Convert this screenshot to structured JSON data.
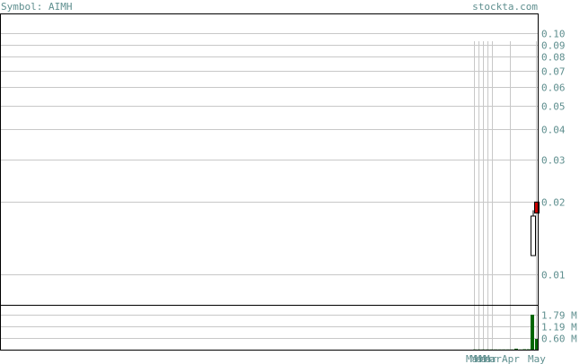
{
  "header": {
    "symbol_text": "Symbol: AIMH",
    "site_text": "stockta.com"
  },
  "colors": {
    "text": "#5f8f8f",
    "grid": "#c8c8c8",
    "frame": "#000000",
    "candle_up_fill": "#ffffff",
    "candle_down_fill": "#cc0000",
    "volume_fill": "#006600"
  },
  "chart_data": [
    {
      "type": "candlestick",
      "scale": "log",
      "ylim": [
        0.0075,
        0.12
      ],
      "y_ticks": [
        {
          "value": 0.1,
          "label": "0.10"
        },
        {
          "value": 0.09,
          "label": "0.09"
        },
        {
          "value": 0.08,
          "label": "0.08"
        },
        {
          "value": 0.07,
          "label": "0.07"
        },
        {
          "value": 0.06,
          "label": "0.06"
        },
        {
          "value": 0.05,
          "label": "0.05"
        },
        {
          "value": 0.04,
          "label": "0.04"
        },
        {
          "value": 0.03,
          "label": "0.03"
        },
        {
          "value": 0.02,
          "label": "0.02"
        },
        {
          "value": 0.01,
          "label": "0.01"
        }
      ],
      "x_labels": [
        "Mar",
        "Mar",
        "Mar",
        "Mar",
        "Mar",
        "Apr",
        "May"
      ],
      "candles": [
        {
          "open": 0.012,
          "high": 0.0185,
          "low": 0.012,
          "close": 0.0175,
          "direction": "up"
        },
        {
          "open": 0.02,
          "high": 0.02,
          "low": 0.018,
          "close": 0.018,
          "direction": "down"
        }
      ],
      "grid": true
    },
    {
      "type": "bar",
      "title": "volume",
      "ylim": [
        0,
        2.25
      ],
      "y_ticks": [
        {
          "value": 1.79,
          "label": "1.79 M"
        },
        {
          "value": 1.19,
          "label": "1.19 M"
        },
        {
          "value": 0.6,
          "label": "0.60 M"
        }
      ],
      "values": [
        0.01,
        0.01,
        0.01,
        0.01,
        0.01,
        0.01,
        0.01,
        0.01,
        0.01,
        0.01,
        0.05,
        0.01,
        0.02,
        0.02,
        1.79,
        0.55
      ],
      "grid": true
    }
  ]
}
